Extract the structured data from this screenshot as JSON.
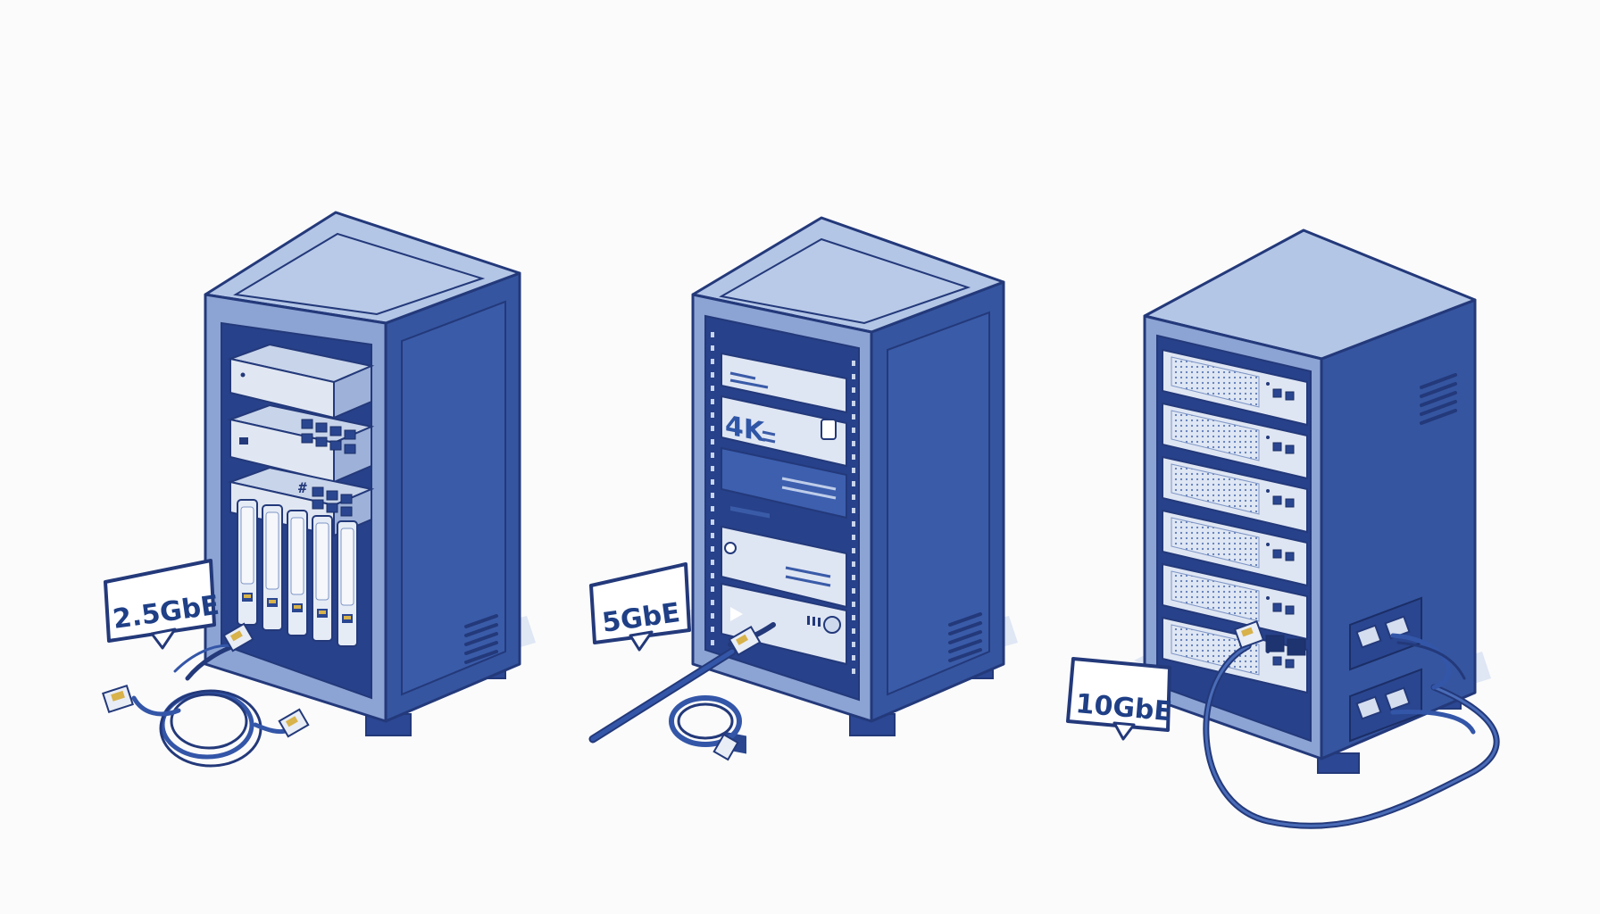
{
  "diagram": {
    "racks": [
      {
        "id": "rack-1",
        "speed_label": "2.5GbE",
        "rack_glyph": "#"
      },
      {
        "id": "rack-2",
        "speed_label": "5GbE",
        "display_label": "4K"
      },
      {
        "id": "rack-3",
        "speed_label": "10GbE"
      }
    ]
  },
  "colors": {
    "outline": "#23397a",
    "top": "#b4c6e6",
    "front": "#8ca4d4",
    "side": "#3555a0",
    "inner": "#27418a",
    "device": "#dfe6f3",
    "cable": "#3456a8",
    "shadow": "#dfe6f4"
  }
}
